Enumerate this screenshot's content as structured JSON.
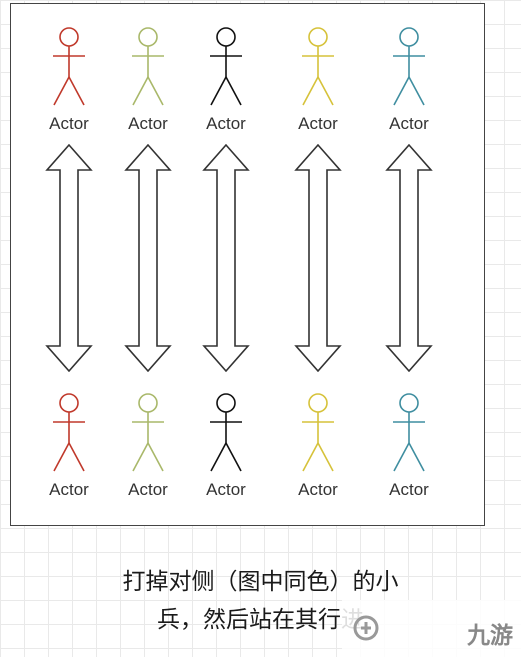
{
  "actors_top": [
    {
      "label": "Actor",
      "color": "#c0392b"
    },
    {
      "label": "Actor",
      "color": "#a9b86a"
    },
    {
      "label": "Actor",
      "color": "#111111"
    },
    {
      "label": "Actor",
      "color": "#d6c23a"
    },
    {
      "label": "Actor",
      "color": "#3f8ea0"
    }
  ],
  "actors_bottom": [
    {
      "label": "Actor",
      "color": "#c0392b"
    },
    {
      "label": "Actor",
      "color": "#a9b86a"
    },
    {
      "label": "Actor",
      "color": "#111111"
    },
    {
      "label": "Actor",
      "color": "#d6c23a"
    },
    {
      "label": "Actor",
      "color": "#3f8ea0"
    }
  ],
  "caption": {
    "line1": "打掉对侧（图中同色）的小",
    "line2": "兵，然后站在其行进"
  },
  "watermark": {
    "text": "九游"
  }
}
